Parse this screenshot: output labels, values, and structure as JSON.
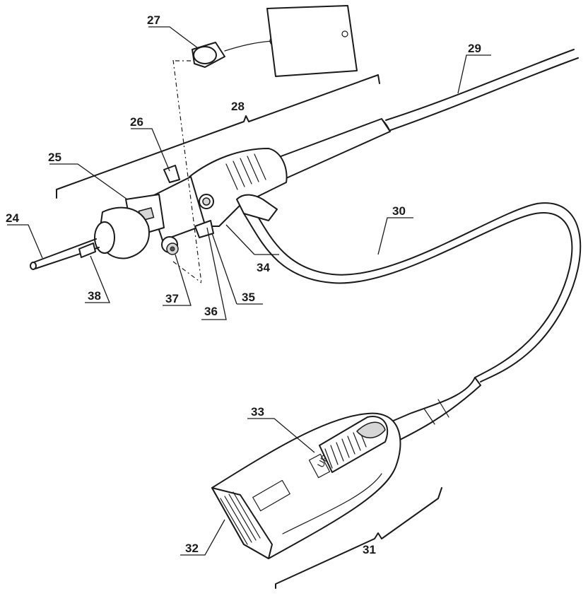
{
  "figure": {
    "callouts": [
      {
        "id": "c24",
        "text": "24"
      },
      {
        "id": "c25",
        "text": "25"
      },
      {
        "id": "c26",
        "text": "26"
      },
      {
        "id": "c27",
        "text": "27"
      },
      {
        "id": "c28",
        "text": "28"
      },
      {
        "id": "c29",
        "text": "29"
      },
      {
        "id": "c30",
        "text": "30"
      },
      {
        "id": "c31",
        "text": "31"
      },
      {
        "id": "c32",
        "text": "32"
      },
      {
        "id": "c33",
        "text": "33"
      },
      {
        "id": "c34",
        "text": "34"
      },
      {
        "id": "c35",
        "text": "35"
      },
      {
        "id": "c36",
        "text": "36"
      },
      {
        "id": "c37",
        "text": "37"
      },
      {
        "id": "c38",
        "text": "38"
      }
    ],
    "connector_marking": "UP"
  }
}
